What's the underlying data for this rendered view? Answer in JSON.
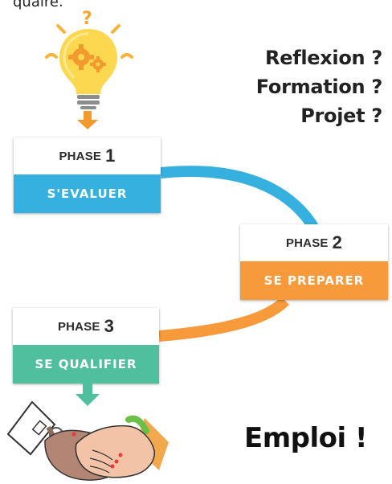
{
  "header": {
    "top_fragment": "quaire."
  },
  "questions": [
    "Reflexion ?",
    "Formation ?",
    "Projet ?"
  ],
  "phases": [
    {
      "prefix": "PHASE",
      "number": "1",
      "label": "S'EVALUER",
      "color": "#35b0df"
    },
    {
      "prefix": "PHASE",
      "number": "2",
      "label": "SE PREPARER",
      "color": "#f79a3c"
    },
    {
      "prefix": "PHASE",
      "number": "3",
      "label": "SE QUALIFIER",
      "color": "#4fbf9e"
    }
  ],
  "footer": {
    "emploi": "Emploi !"
  },
  "icons": {
    "idea": "lightbulb-gears-icon",
    "agreement": "handshake-icon"
  }
}
